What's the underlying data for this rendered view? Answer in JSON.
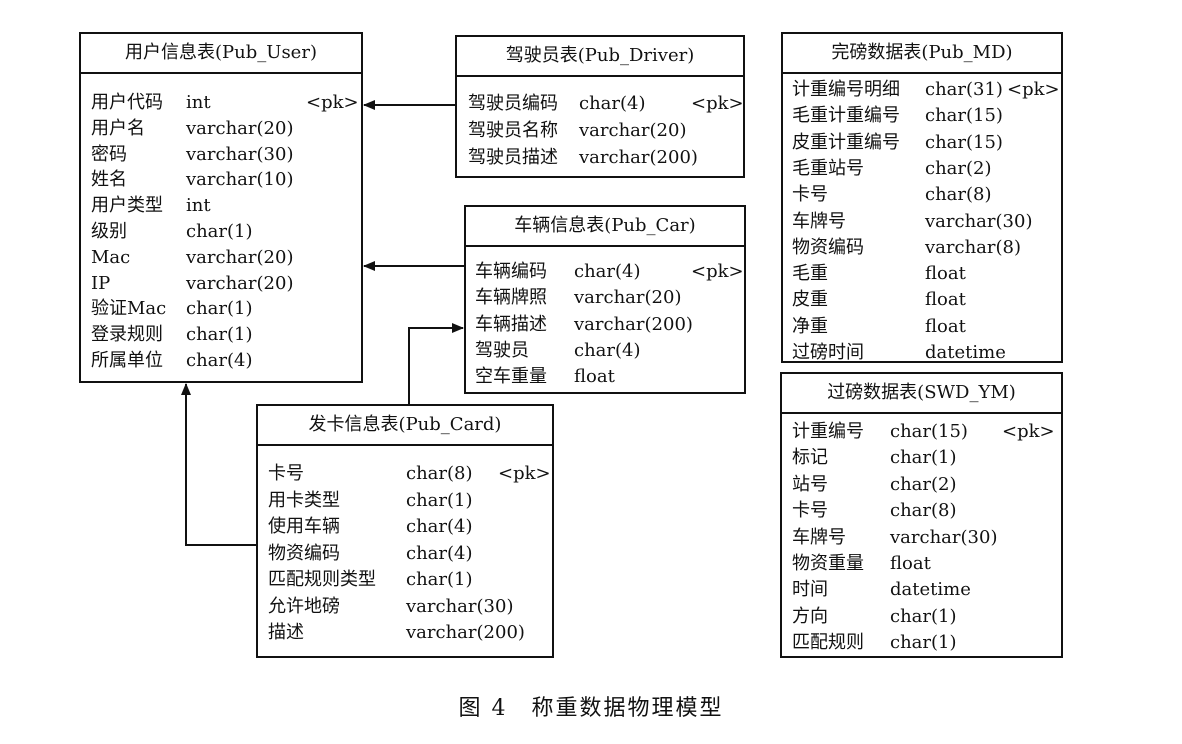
{
  "tables": {
    "user": {
      "title": "用户信息表(Pub_User)",
      "fields": [
        {
          "name": "用户代码",
          "type": "int",
          "key": "<pk>"
        },
        {
          "name": "用户名",
          "type": "varchar(20)",
          "key": ""
        },
        {
          "name": "密码",
          "type": "varchar(30)",
          "key": ""
        },
        {
          "name": "姓名",
          "type": "varchar(10)",
          "key": ""
        },
        {
          "name": "用户类型",
          "type": "int",
          "key": ""
        },
        {
          "name": "级别",
          "type": "char(1)",
          "key": ""
        },
        {
          "name": "Mac",
          "type": "varchar(20)",
          "key": ""
        },
        {
          "name": "IP",
          "type": "varchar(20)",
          "key": ""
        },
        {
          "name": "验证Mac",
          "type": "char(1)",
          "key": ""
        },
        {
          "name": "登录规则",
          "type": "char(1)",
          "key": ""
        },
        {
          "name": "所属单位",
          "type": "char(4)",
          "key": ""
        }
      ]
    },
    "driver": {
      "title": "驾驶员表(Pub_Driver)",
      "fields": [
        {
          "name": "驾驶员编码",
          "type": "char(4)",
          "key": "<pk>"
        },
        {
          "name": "驾驶员名称",
          "type": "varchar(20)",
          "key": ""
        },
        {
          "name": "驾驶员描述",
          "type": "varchar(200)",
          "key": ""
        }
      ]
    },
    "car": {
      "title": "车辆信息表(Pub_Car)",
      "fields": [
        {
          "name": "车辆编码",
          "type": "char(4)",
          "key": "<pk>"
        },
        {
          "name": "车辆牌照",
          "type": "varchar(20)",
          "key": ""
        },
        {
          "name": "车辆描述",
          "type": "varchar(200)",
          "key": ""
        },
        {
          "name": "驾驶员",
          "type": "char(4)",
          "key": ""
        },
        {
          "name": "空车重量",
          "type": "float",
          "key": ""
        }
      ]
    },
    "card": {
      "title": "发卡信息表(Pub_Card)",
      "fields": [
        {
          "name": "卡号",
          "type": "char(8)",
          "key": "<pk>"
        },
        {
          "name": "用卡类型",
          "type": "char(1)",
          "key": ""
        },
        {
          "name": "使用车辆",
          "type": "char(4)",
          "key": ""
        },
        {
          "name": "物资编码",
          "type": "char(4)",
          "key": ""
        },
        {
          "name": "匹配规则类型",
          "type": "char(1)",
          "key": ""
        },
        {
          "name": "允许地磅",
          "type": "varchar(30)",
          "key": ""
        },
        {
          "name": "描述",
          "type": "varchar(200)",
          "key": ""
        }
      ]
    },
    "md": {
      "title": "完磅数据表(Pub_MD)",
      "fields": [
        {
          "name": "计重编号明细",
          "type": "char(31)",
          "key": "<pk>"
        },
        {
          "name": "毛重计重编号",
          "type": "char(15)",
          "key": ""
        },
        {
          "name": "皮重计重编号",
          "type": "char(15)",
          "key": ""
        },
        {
          "name": "毛重站号",
          "type": "char(2)",
          "key": ""
        },
        {
          "name": "卡号",
          "type": "char(8)",
          "key": ""
        },
        {
          "name": "车牌号",
          "type": "varchar(30)",
          "key": ""
        },
        {
          "name": "物资编码",
          "type": "varchar(8)",
          "key": ""
        },
        {
          "name": "毛重",
          "type": "float",
          "key": ""
        },
        {
          "name": "皮重",
          "type": "float",
          "key": ""
        },
        {
          "name": "净重",
          "type": "float",
          "key": ""
        },
        {
          "name": "过磅时间",
          "type": "datetime",
          "key": ""
        }
      ]
    },
    "swd": {
      "title": "过磅数据表(SWD_YM)",
      "fields": [
        {
          "name": "计重编号",
          "type": "char(15)",
          "key": "<pk>"
        },
        {
          "name": "标记",
          "type": "char(1)",
          "key": ""
        },
        {
          "name": "站号",
          "type": "char(2)",
          "key": ""
        },
        {
          "name": "卡号",
          "type": "char(8)",
          "key": ""
        },
        {
          "name": "车牌号",
          "type": "varchar(30)",
          "key": ""
        },
        {
          "name": "物资重量",
          "type": "float",
          "key": ""
        },
        {
          "name": "时间",
          "type": "datetime",
          "key": ""
        },
        {
          "name": "方向",
          "type": "char(1)",
          "key": ""
        },
        {
          "name": "匹配规则",
          "type": "char(1)",
          "key": ""
        }
      ]
    }
  },
  "caption": "图 4　称重数据物理模型"
}
